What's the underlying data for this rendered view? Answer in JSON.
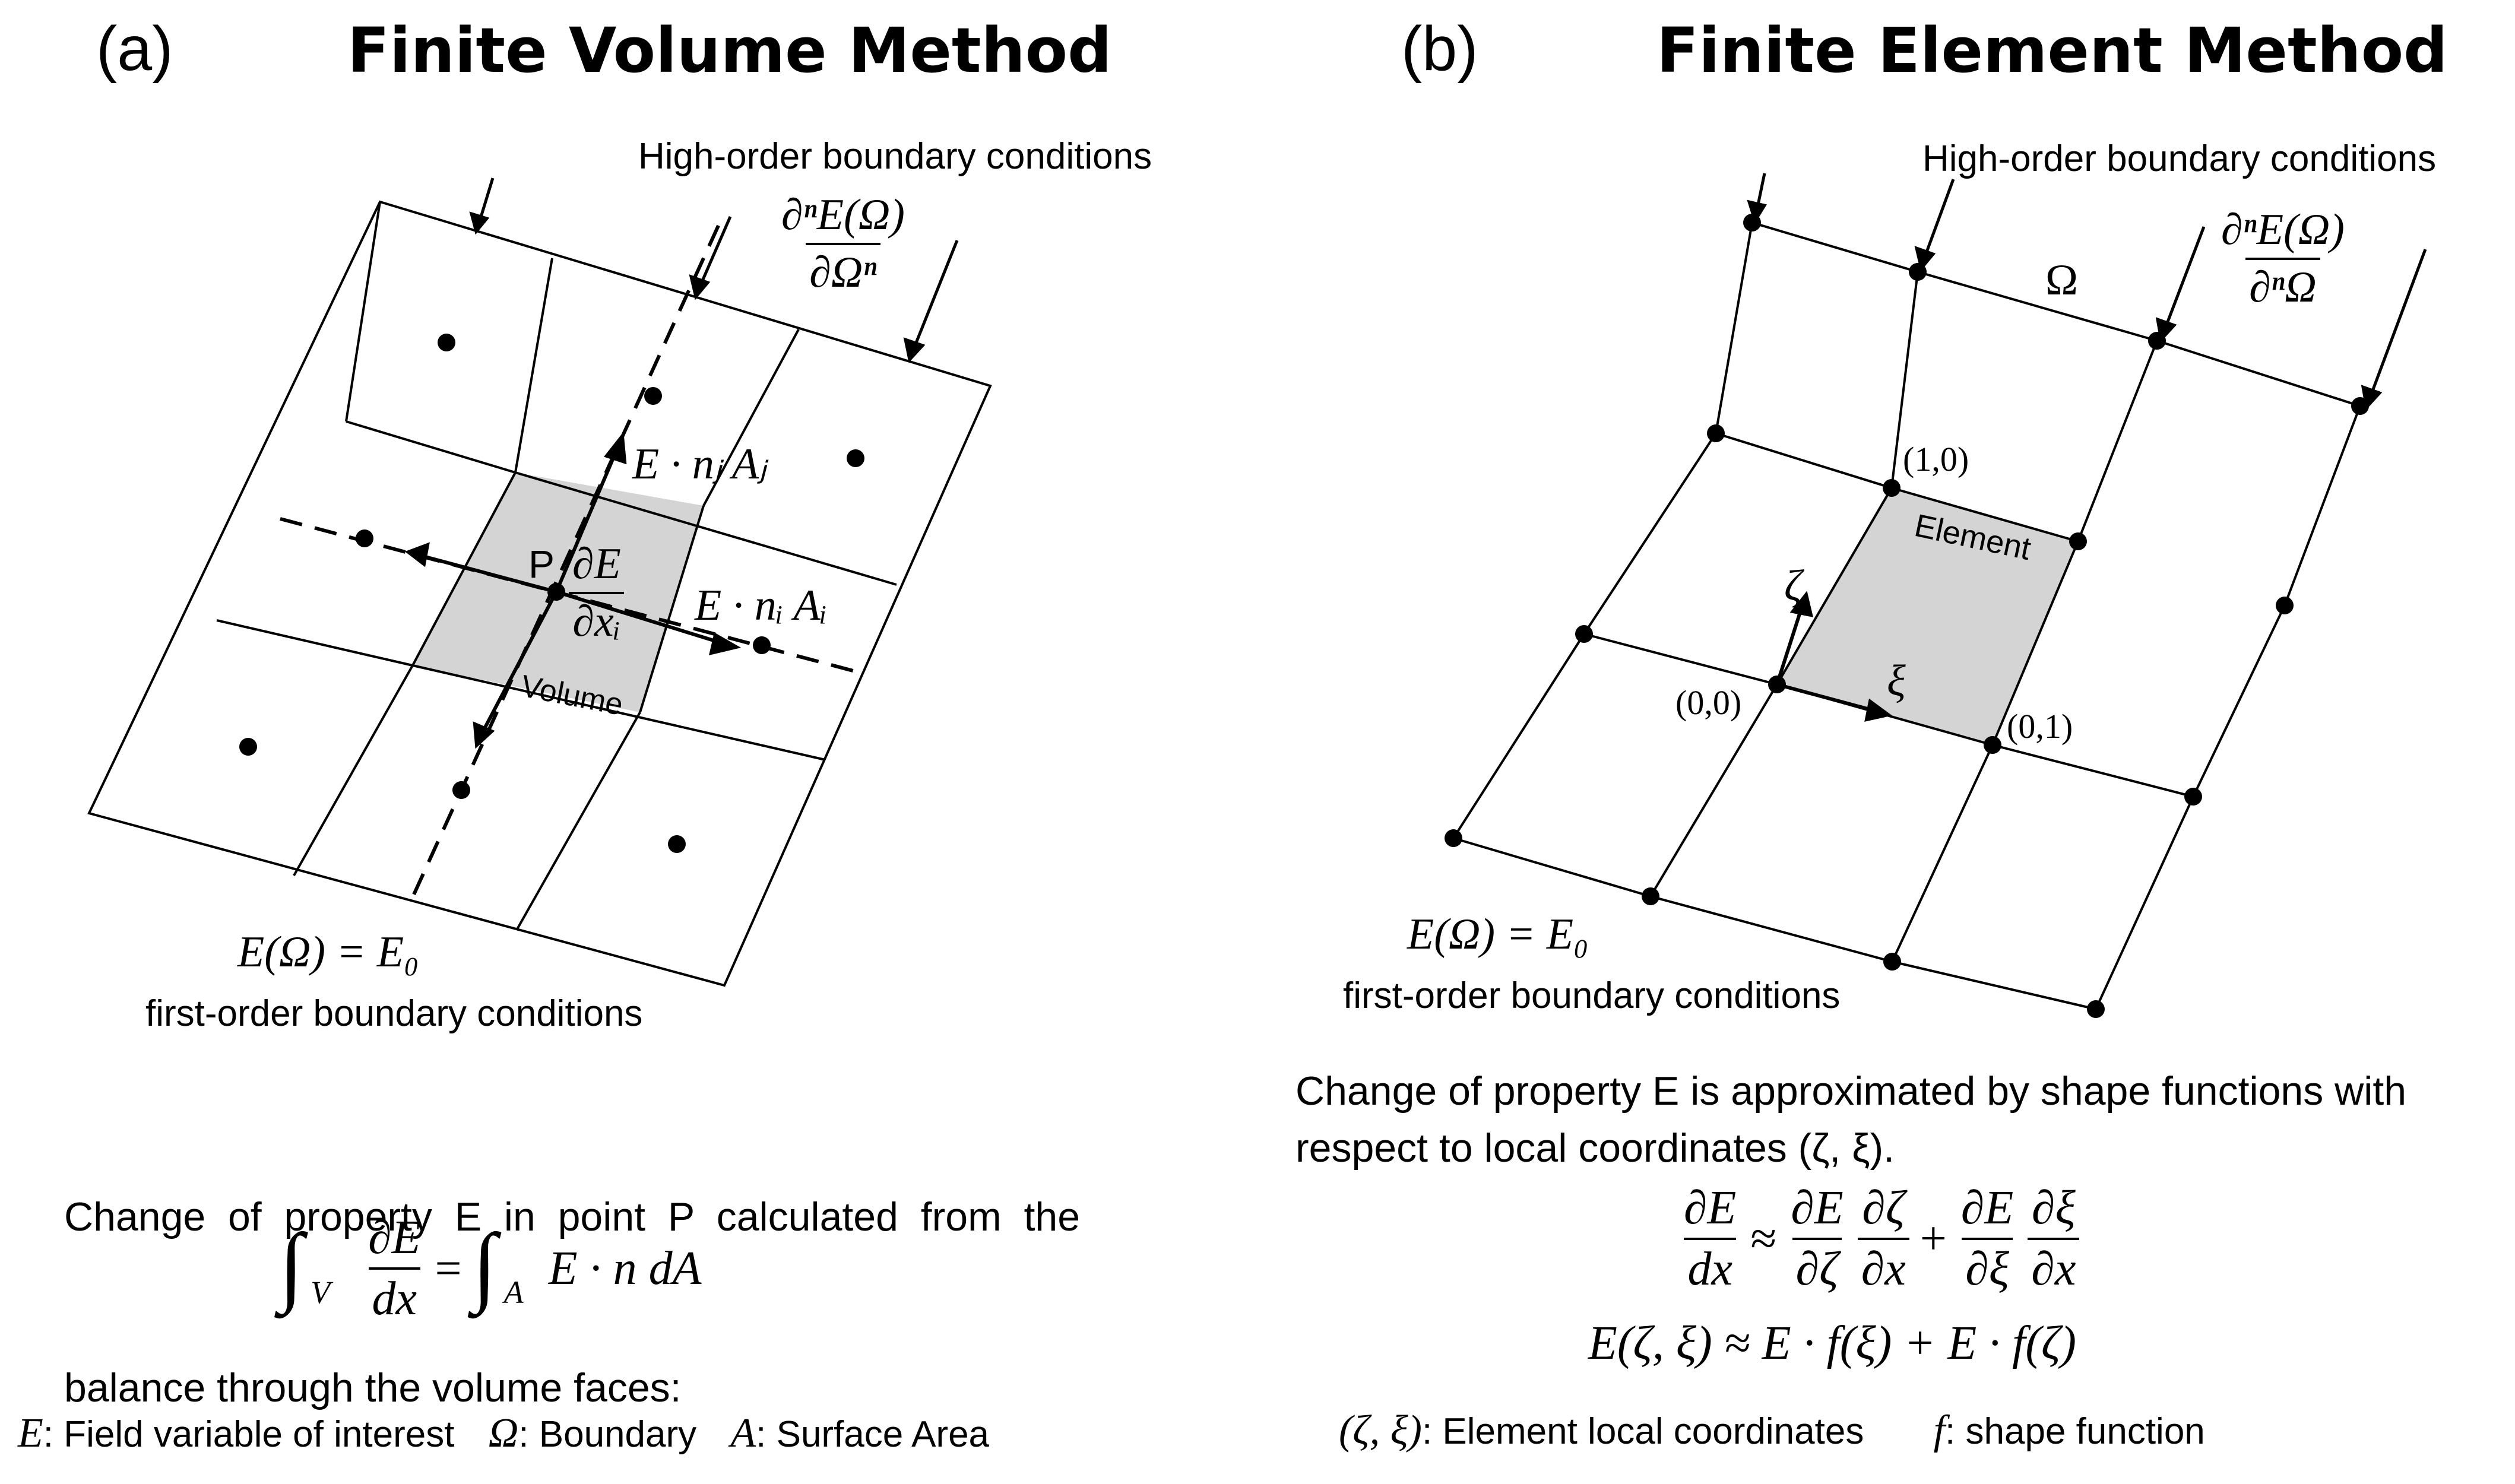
{
  "panel_a": {
    "label": "(a)",
    "title": "Finite Volume Method",
    "high_order_bc": "High-order boundary conditions",
    "high_order_expr_num": "∂ⁿE(Ω)",
    "high_order_expr_den": "∂Ωⁿ",
    "flux_j": "E · nⱼ Aⱼ",
    "flux_i": "E · nᵢ Aᵢ",
    "point_label": "P",
    "deriv_num": "∂E",
    "deriv_den": "∂xᵢ",
    "volume_label": "Volume",
    "first_order_expr": "E(Ω) = E₀",
    "first_order_bc": "first-order boundary conditions",
    "description_line1": "Change  of  property  E  in  point  P  calculated  from  the",
    "description_line2": "balance through the volume faces:",
    "eq_int_sub_v": "V",
    "eq_lhs_num": "∂E",
    "eq_lhs_den": "dx",
    "eq_equals": "=",
    "eq_int_sub_a": "A",
    "eq_rhs": "E · n dA"
  },
  "panel_b": {
    "label": "(b)",
    "title": "Finite Element Method",
    "high_order_bc": "High-order boundary conditions",
    "high_order_expr_num": "∂ⁿE(Ω)",
    "high_order_expr_den": "∂ⁿΩ",
    "omega_label": "Ω",
    "coord_10": "(1,0)",
    "coord_00": "(0,0)",
    "coord_01": "(0,1)",
    "element_label": "Element",
    "zeta_label": "ζ",
    "xi_label": "ξ",
    "first_order_expr": "E(Ω) = E₀",
    "first_order_bc": "first-order boundary conditions",
    "description_line1": "Change of property E is approximated by shape functions with",
    "description_line2": "respect to local coordinates (ζ, ξ).",
    "eq1_lhs_num": "∂E",
    "eq1_lhs_den": "dx",
    "eq1_approx": "≈",
    "eq1_t1a_num": "∂E",
    "eq1_t1a_den": "∂ζ",
    "eq1_t1b_num": "∂ζ",
    "eq1_t1b_den": "∂x",
    "eq1_plus": "+",
    "eq1_t2a_num": "∂E",
    "eq1_t2a_den": "∂ξ",
    "eq1_t2b_num": "∂ξ",
    "eq1_t2b_den": "∂x",
    "eq2": "E(ζ, ξ) ≈ E · f(ξ) + E · f(ζ)"
  },
  "legend_a": {
    "e_sym": "E",
    "e_desc": ":  Field variable of interest",
    "omega_sym": "Ω",
    "omega_desc": ": Boundary",
    "a_sym": "A",
    "a_desc": ": Surface Area"
  },
  "legend_b": {
    "coords_sym": "(ζ, ξ)",
    "coords_desc": ": Element local coordinates",
    "f_sym": "f",
    "f_desc": ": shape function"
  }
}
